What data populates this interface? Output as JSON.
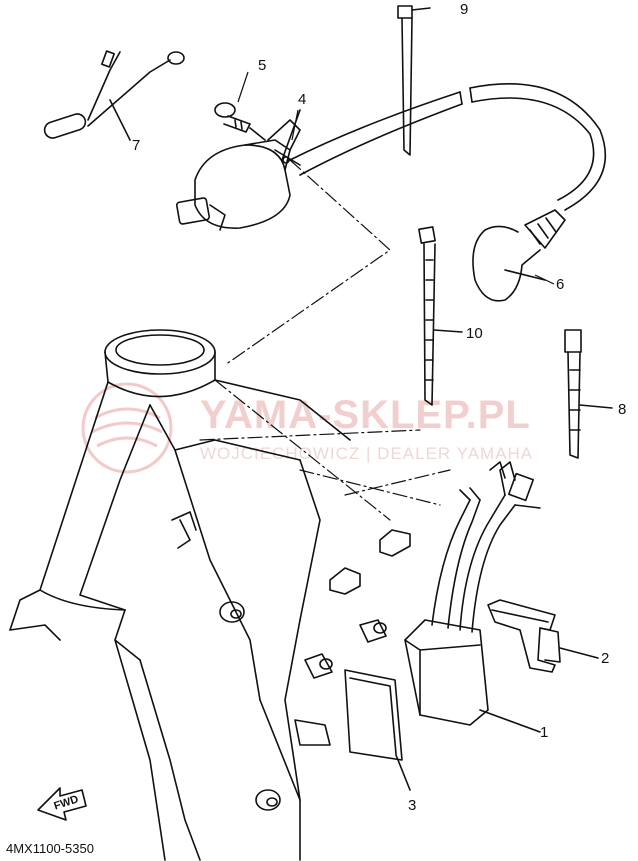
{
  "watermark": {
    "title": "YAMA-SKLEP.PL",
    "subtitle": "WOJCIECHOWICZ | DEALER YAMAHA"
  },
  "diagram_code": "4MX1100-5350",
  "fwd_label": "FWD",
  "callouts": [
    {
      "id": "1",
      "label": "1"
    },
    {
      "id": "2",
      "label": "2"
    },
    {
      "id": "3",
      "label": "3"
    },
    {
      "id": "4",
      "label": "4"
    },
    {
      "id": "5",
      "label": "5"
    },
    {
      "id": "6",
      "label": "6"
    },
    {
      "id": "7",
      "label": "7"
    },
    {
      "id": "8",
      "label": "8"
    },
    {
      "id": "9",
      "label": "9"
    },
    {
      "id": "10",
      "label": "10"
    }
  ],
  "colors": {
    "line": "#111111",
    "watermark": "#f2cfcf"
  }
}
